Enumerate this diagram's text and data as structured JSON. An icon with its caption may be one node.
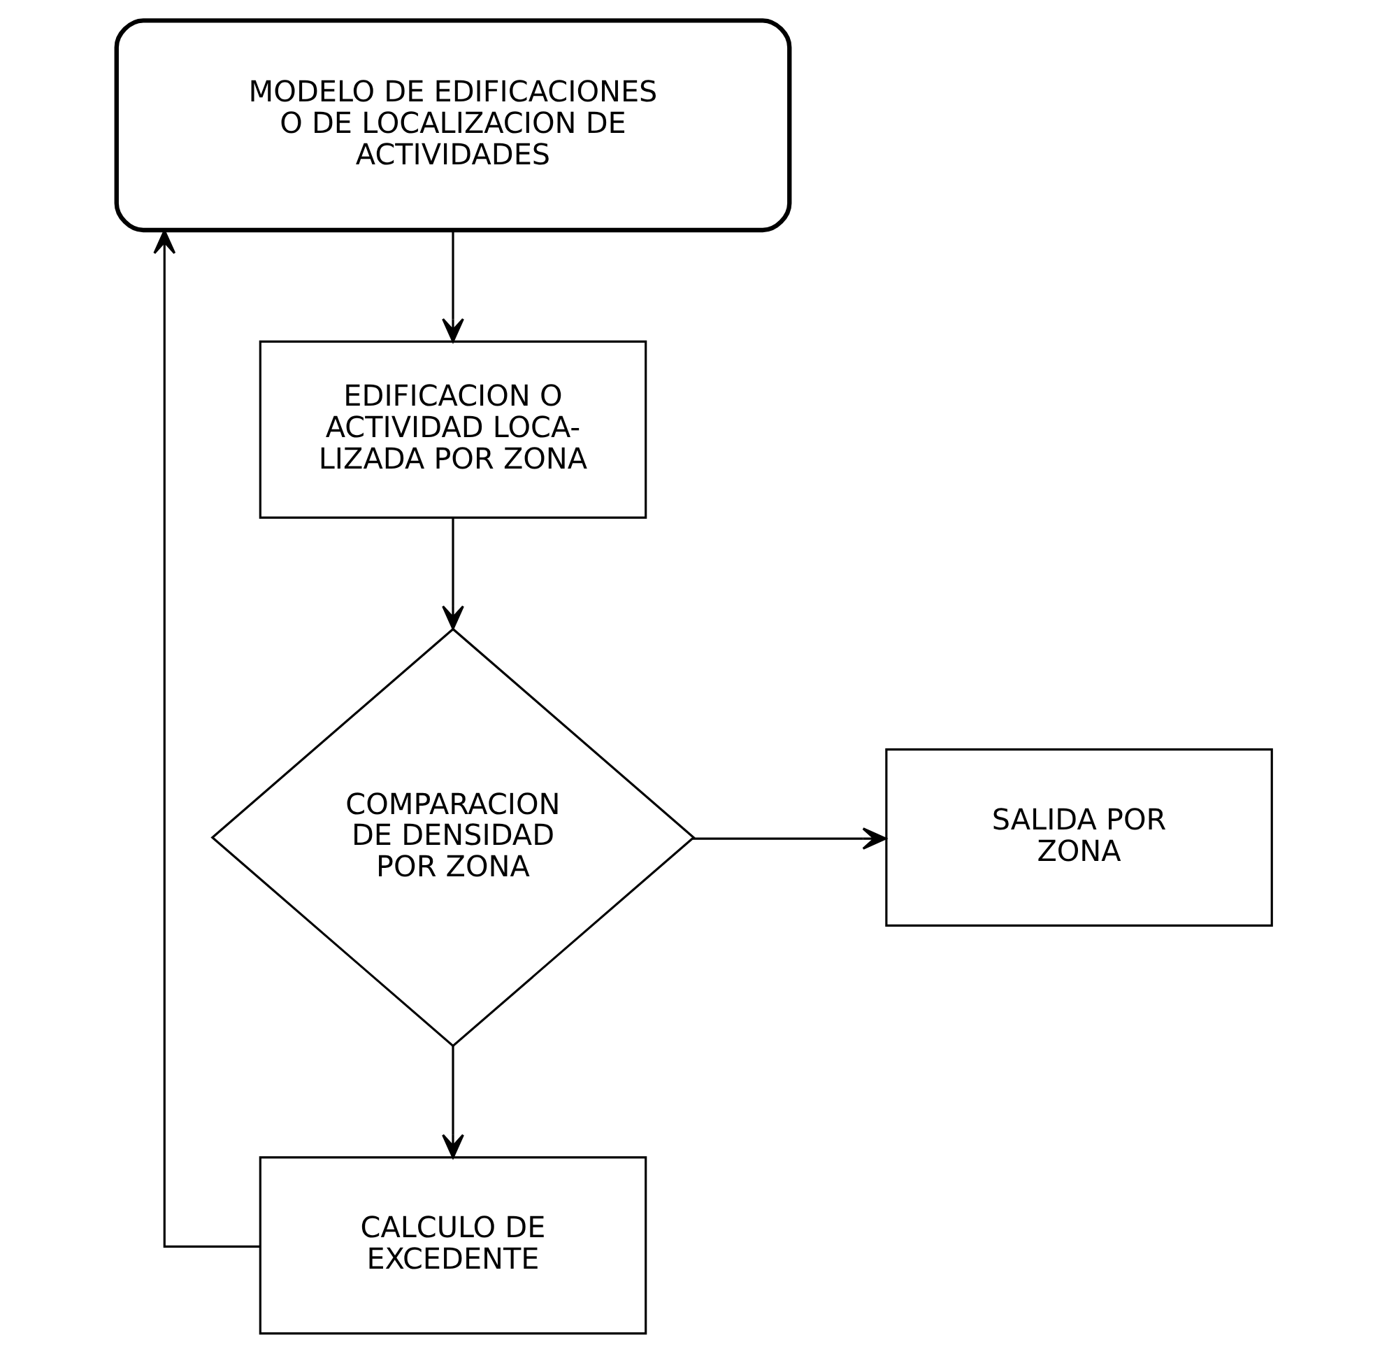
{
  "diagram": {
    "nodes": [
      {
        "text": [
          "MODELO DE EDIFICACIONES O DE LOCALIZACION DE ACTIVIDADES"
        ]
      },
      {
        "text": [
          "EDIFICACION O ACTIVIDAD LOCA- LIZADA POR ZONA"
        ]
      },
      {
        "text": [
          "COMPARACION DE DENSIDAD POR ZONA"
        ]
      },
      {
        "text": [
          "SALIDA POR ZONA"
        ]
      },
      {
        "text": [
          "CALCULO DE EXCEDENTE"
        ]
      }
    ],
    "edges": [
      {
        "from": 0,
        "to": 1,
        "arrow": "to"
      },
      {
        "from": 1,
        "to": 2,
        "arrow": "to"
      },
      {
        "from": 2,
        "to": 3,
        "arrow": "to"
      },
      {
        "from": 2,
        "to": 4,
        "arrow": "to"
      },
      {
        "from": 4,
        "to": 0,
        "arrow": "to"
      }
    ]
  }
}
